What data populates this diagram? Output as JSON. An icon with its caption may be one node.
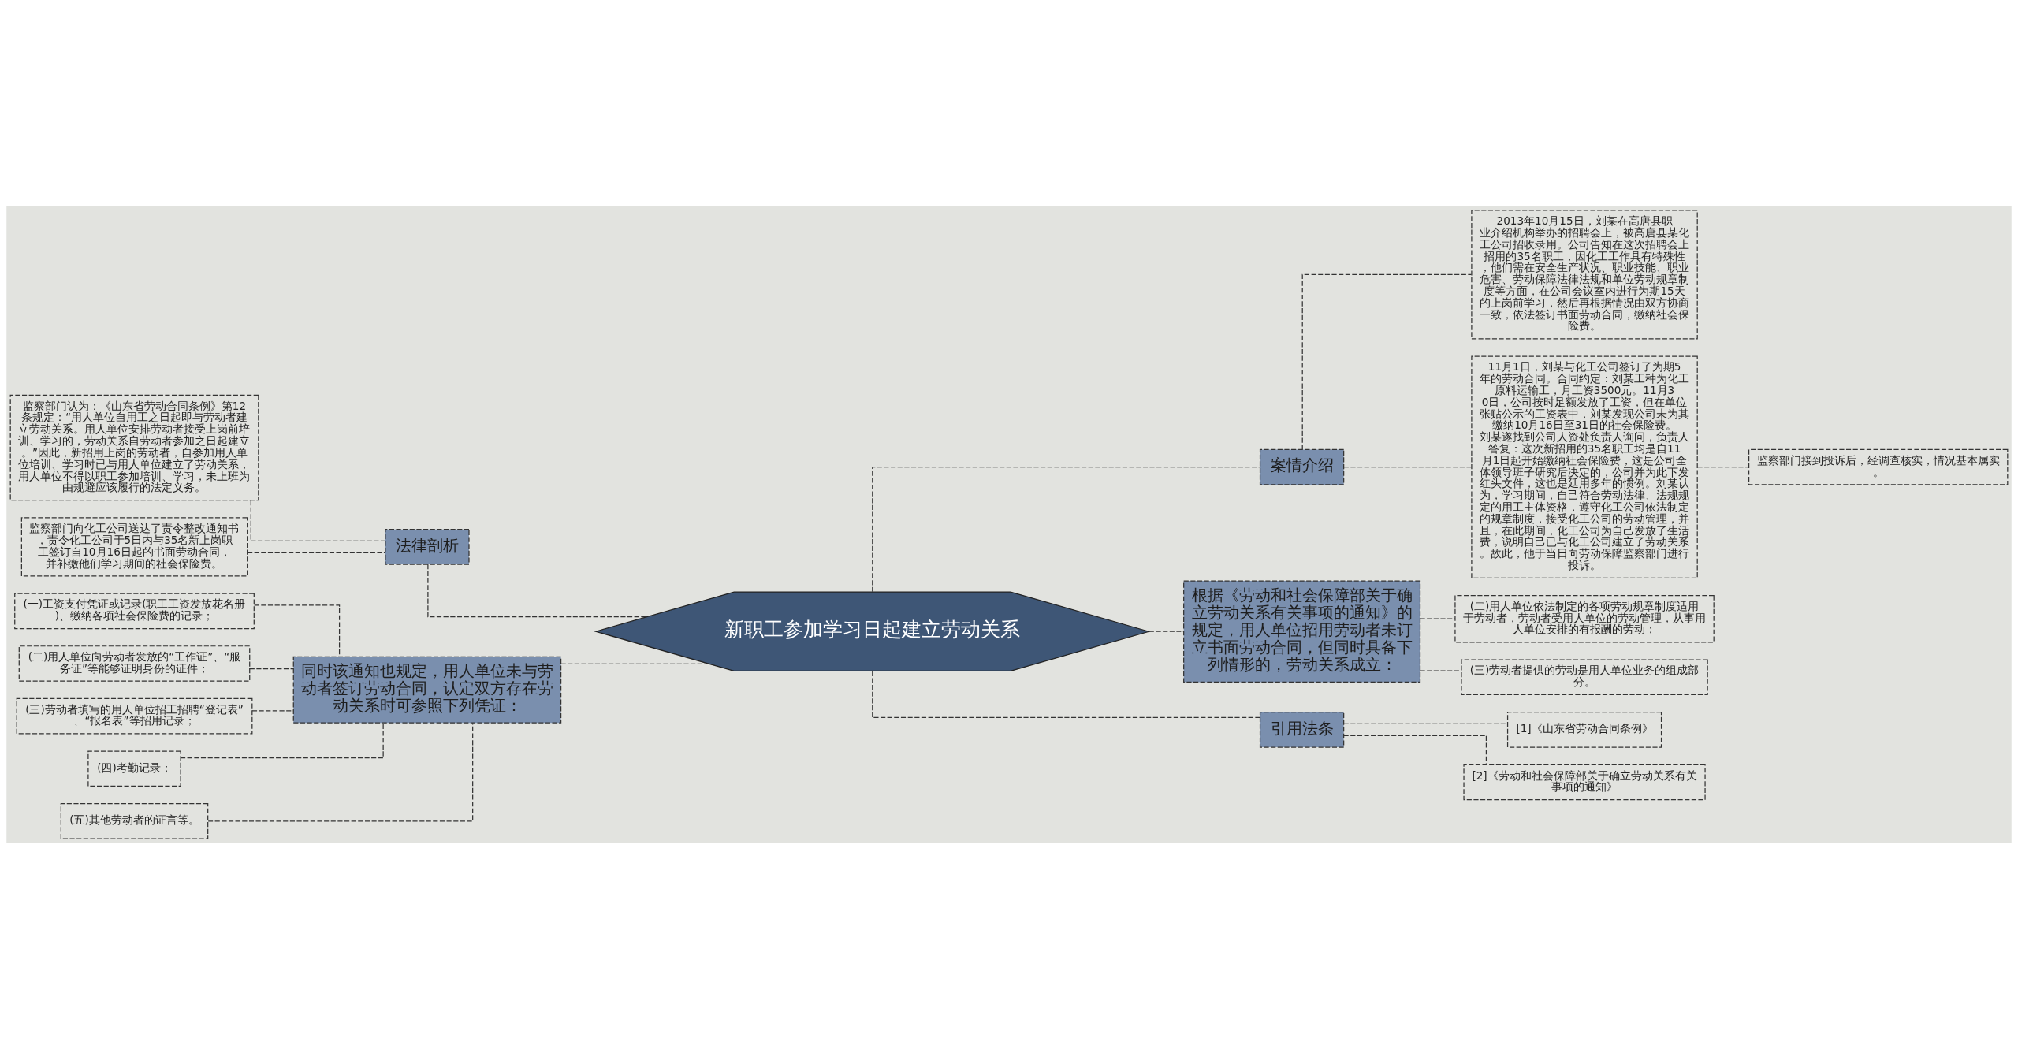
{
  "diagram": {
    "nodes": [
      {
        "text": [
          "新职工参加学习日起建立劳动关系"
        ]
      },
      {
        "text": [
          "案情介绍"
        ]
      },
      {
        "text": [
          "2013年10月15日，刘某在高唐县职业介绍机构举办的招聘会上，被高唐县某化工公司招收录用。公司告知在这次招聘会上招用的35名职工，因化工工作具有特殊性，他们需在安全生产状况、职业技能、职业危害、劳动保障法律法规和单位劳动规章制度等方面，在公司会议室内进行为期15天的上岗前学习，然后再根据情况由双方协商一致，依法签订书面劳动合同，缴纳社会保险费。"
        ]
      },
      {
        "text": [
          "11月1日，刘某与化工公司签订了为期5年的劳动合同。合同约定：刘某工种为化工原料运输工，月工资3500元。11月30日，公司按时足额发放了工资，但在单位张贴公示的工资表中，刘某发现公司未为其缴纳10月16日至31日的社会保险费。刘某遂找到公司人资处负责人询问，负责人答复：这次新招用的35名职工均是自11月1日起开始缴纳社会保险费，这是公司全体领导班子研究后决定的，公司并为此下发红头文件，这也是延用多年的惯例。刘某认为，学习期间，自己符合劳动法律、法规规定的用工主体资格，遵守化工公司依法制定的规章制度，接受化工公司的劳动管理，并且，在此期间，化工公司为自己发放了生活费，说明自己已与化工公司建立了劳动关系。故此，他于当日向劳动保障监察部门进行投诉。"
        ]
      },
      {
        "text": [
          "监察部门接到投诉后，经调查核实，情况基本属实。"
        ]
      },
      {
        "text": [
          "根据《劳动和社会保障部关于确立劳动关系有关事项的通知》的规定，用人单位招用劳动者未订立书面劳动合同，但同时具备下列情形的，劳动关系成立："
        ]
      },
      {
        "text": [
          "(二)用人单位依法制定的各项劳动规章制度适用于劳动者，劳动者受用人单位的劳动管理，从事用人单位安排的有报酬的劳动；"
        ]
      },
      {
        "text": [
          "(三)劳动者提供的劳动是用人单位业务的组成部分。"
        ]
      },
      {
        "text": [
          "引用法条"
        ]
      },
      {
        "text": [
          "[1]《山东省劳动合同条例》"
        ]
      },
      {
        "text": [
          "[2]《劳动和社会保障部关于确立劳动关系有关事项的通知》"
        ]
      },
      {
        "text": [
          "法律剖析"
        ]
      },
      {
        "text": [
          "监察部门认为：《山东省劳动合同条例》第12条规定：“用人单位自用工之日起即与劳动者建立劳动关系。用人单位安排劳动者接受上岗前培训、学习的，劳动关系自劳动者参加之日起建立。”因此，新招用上岗的劳动者，自参加用人单位培训、学习时已与用人单位建立了劳动关系，用人单位不得以职工参加培训、学习，未上班为由规避应该履行的法定义务。"
        ]
      },
      {
        "text": [
          "监察部门向化工公司送达了责令整改通知书，责令化工公司于5日内与35名新上岗职工签订自10月16日起的书面劳动合同，并补缴他们学习期间的社会保险费。"
        ]
      },
      {
        "text": [
          "同时该通知也规定，用人单位未与劳动者签订劳动合同，认定双方存在劳动关系时可参照下列凭证："
        ]
      },
      {
        "text": [
          "(一)工资支付凭证或记录(职工工资发放花名册)、缴纳各项社会保险费的记录；"
        ]
      },
      {
        "text": [
          "(二)用人单位向劳动者发放的“工作证”、“服务证”等能够证明身份的证件；"
        ]
      },
      {
        "text": [
          "(三)劳动者填写的用人单位招工招聘“登记表”、“报名表”等招用记录；"
        ]
      },
      {
        "text": [
          "(四)考勤记录；"
        ]
      },
      {
        "text": [
          "(五)其他劳动者的证言等。"
        ]
      }
    ],
    "edges": [
      {
        "from": 0,
        "to": 1,
        "arrow": "none",
        "style": "dashed"
      },
      {
        "from": 1,
        "to": 2,
        "arrow": "none",
        "style": "dashed"
      },
      {
        "from": 1,
        "to": 3,
        "arrow": "none",
        "style": "dashed"
      },
      {
        "from": 3,
        "to": 4,
        "arrow": "none",
        "style": "dashed"
      },
      {
        "from": 0,
        "to": 5,
        "arrow": "none",
        "style": "dashed"
      },
      {
        "from": 5,
        "to": 6,
        "arrow": "none",
        "style": "dashed"
      },
      {
        "from": 5,
        "to": 7,
        "arrow": "none",
        "style": "dashed"
      },
      {
        "from": 0,
        "to": 8,
        "arrow": "none",
        "style": "dashed"
      },
      {
        "from": 8,
        "to": 9,
        "arrow": "none",
        "style": "dashed"
      },
      {
        "from": 8,
        "to": 10,
        "arrow": "none",
        "style": "dashed"
      },
      {
        "from": 0,
        "to": 11,
        "arrow": "none",
        "style": "dashed"
      },
      {
        "from": 11,
        "to": 12,
        "arrow": "none",
        "style": "dashed"
      },
      {
        "from": 11,
        "to": 13,
        "arrow": "none",
        "style": "dashed"
      },
      {
        "from": 0,
        "to": 14,
        "arrow": "none",
        "style": "dashed"
      },
      {
        "from": 14,
        "to": 15,
        "arrow": "none",
        "style": "dashed"
      },
      {
        "from": 14,
        "to": 16,
        "arrow": "none",
        "style": "dashed"
      },
      {
        "from": 14,
        "to": 17,
        "arrow": "none",
        "style": "dashed"
      },
      {
        "from": 14,
        "to": 18,
        "arrow": "none",
        "style": "dashed"
      },
      {
        "from": 14,
        "to": 19,
        "arrow": "none",
        "style": "dashed"
      }
    ]
  }
}
